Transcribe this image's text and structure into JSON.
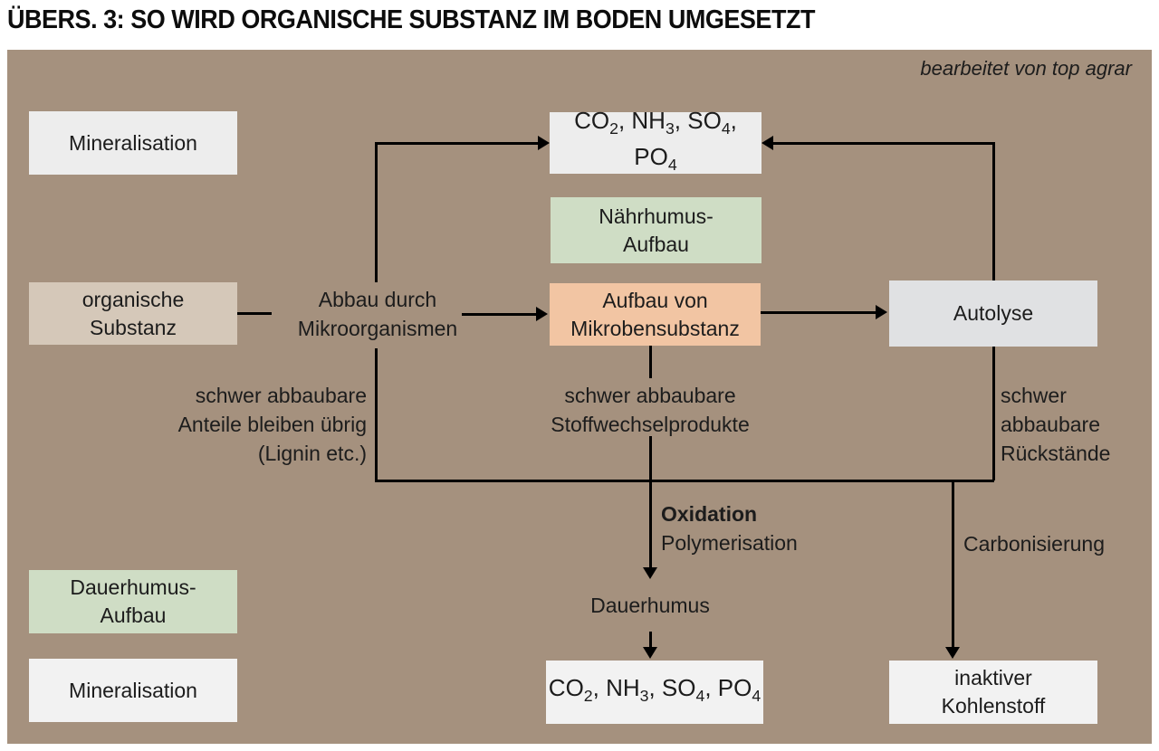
{
  "title": "ÜBERS. 3: SO WIRD ORGANISCHE SUBSTANZ IM BODEN UMGESETZT",
  "credit": "bearbeitet von top agrar",
  "colors": {
    "panel_brown": "#a5917e",
    "box_green": "#cfddc5",
    "box_orange": "#f2c5a3",
    "box_tan": "#d5c8b9",
    "box_light_gray": "#ededed",
    "box_gray": "#e0e1e3",
    "line_black": "#000000"
  },
  "boxes": {
    "mineralisation_top": {
      "label": "Mineralisation"
    },
    "co2_top": {
      "formula": [
        {
          "t": "CO"
        },
        {
          "sub": "2"
        },
        {
          "t": ", NH"
        },
        {
          "sub": "3"
        },
        {
          "t": ", SO"
        },
        {
          "sub": "4"
        },
        {
          "t": ", PO"
        },
        {
          "sub": "4"
        }
      ]
    },
    "naehrhumus": {
      "line1": "Nährhumus-",
      "line2": "Aufbau"
    },
    "organische_substanz": {
      "line1": "organische",
      "line2": "Substanz"
    },
    "aufbau_mikroben": {
      "line1": "Aufbau von",
      "line2": "Mikrobensubstanz"
    },
    "autolyse": {
      "label": "Autolyse"
    },
    "dauerhumus_aufbau": {
      "line1": "Dauerhumus-",
      "line2": "Aufbau"
    },
    "mineralisation_bottom": {
      "label": "Mineralisation"
    },
    "co2_bottom": {
      "formula": [
        {
          "t": "CO"
        },
        {
          "sub": "2"
        },
        {
          "t": ", NH"
        },
        {
          "sub": "3"
        },
        {
          "t": ", SO"
        },
        {
          "sub": "4"
        },
        {
          "t": ", PO"
        },
        {
          "sub": "4"
        }
      ]
    },
    "inaktiver_kohlenstoff": {
      "line1": "inaktiver",
      "line2": "Kohlenstoff"
    }
  },
  "labels": {
    "abbau": {
      "line1": "Abbau durch",
      "line2": "Mikroorganismen"
    },
    "lignin": {
      "line1": "schwer abbaubare",
      "line2": "Anteile bleiben übrig",
      "line3": "(Lignin etc.)"
    },
    "stoffwechsel": {
      "line1": "schwer abbaubare",
      "line2": "Stoffwechselprodukte"
    },
    "rueckstaende": {
      "line1": "schwer",
      "line2": "abbaubare",
      "line3": "Rückstände"
    },
    "oxidation": {
      "line1": "Oxidation",
      "line2": "Polymerisation"
    },
    "carbonisierung": "Carbonisierung",
    "dauerhumus": "Dauerhumus"
  }
}
